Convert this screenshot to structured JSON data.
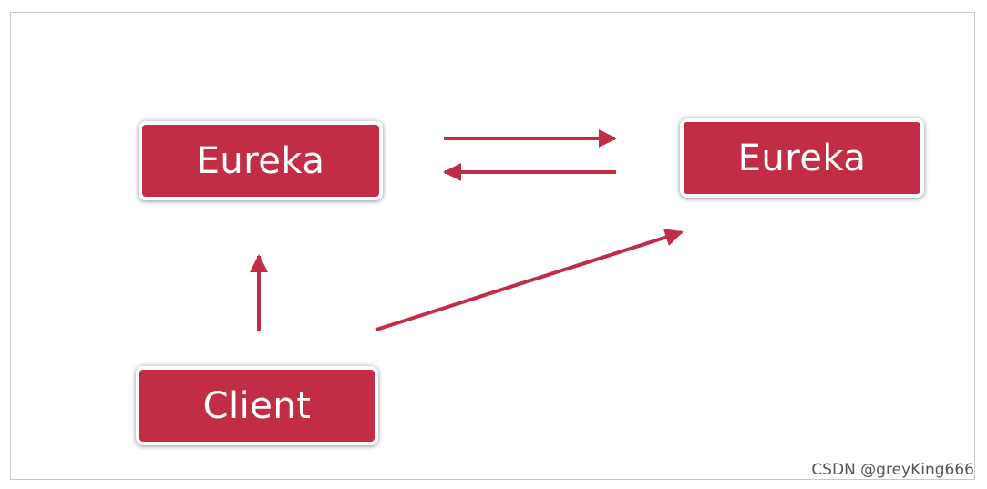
{
  "diagram": {
    "nodes": {
      "eureka_left": "Eureka",
      "eureka_right": "Eureka",
      "client": "Client"
    },
    "colors": {
      "node_fill": "#c12d44",
      "node_text": "#ffffff",
      "arrow": "#c12d44"
    }
  },
  "watermark": "CSDN @greyKing666"
}
